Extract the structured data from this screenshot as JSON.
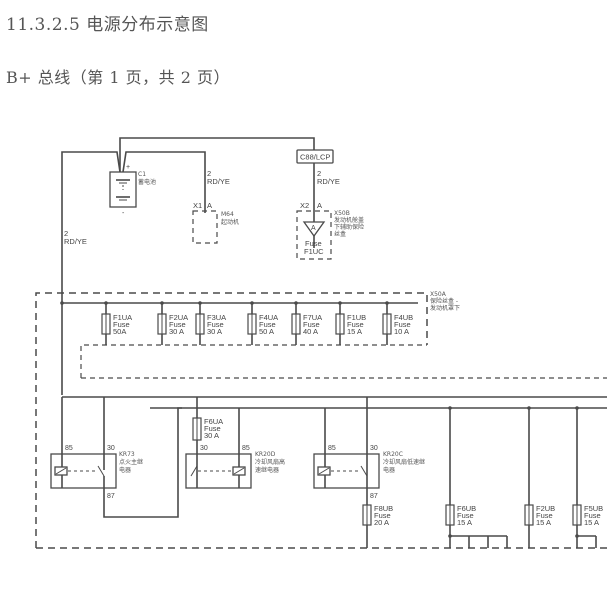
{
  "header": {
    "title": "11.3.2.5 电源分布示意图",
    "subtitle": "B+ 总线（第 1 页，共 2 页）"
  },
  "diagram": {
    "battery": {
      "id": "C1",
      "name": "蓄电池",
      "plus": "+",
      "minus": "-"
    },
    "wire_left": {
      "gauge": "2",
      "color": "RD/YE"
    },
    "starter": {
      "id": "M64",
      "name": "起动机",
      "connector": "X1",
      "pin": "A",
      "gauge": "2",
      "color": "RD/YE"
    },
    "lcp": {
      "label": "C88/LCP",
      "gauge": "2",
      "color": "RD/YE"
    },
    "aux_fuse_box": {
      "id": "X50B",
      "name_line1": "发动机舱盖",
      "name_line2": "下辅助保险",
      "name_line3": "丝盒",
      "connector": "X2",
      "pin": "A",
      "symbol": "A",
      "fuse_label": "Fuse",
      "fuse_id": "F1UC"
    },
    "main_fuse_box": {
      "id": "X50A",
      "name_line1": "保险丝盒 -",
      "name_line2": "发动机罩下"
    },
    "top_fuses": [
      {
        "id": "F1UA",
        "type": "Fuse",
        "rating": "50A"
      },
      {
        "id": "F2UA",
        "type": "Fuse",
        "rating": "30 A"
      },
      {
        "id": "F3UA",
        "type": "Fuse",
        "rating": "30 A"
      },
      {
        "id": "F4UA",
        "type": "Fuse",
        "rating": "50 A"
      },
      {
        "id": "F7UA",
        "type": "Fuse",
        "rating": "40 A"
      },
      {
        "id": "F1UB",
        "type": "Fuse",
        "rating": "15 A"
      },
      {
        "id": "F4UB",
        "type": "Fuse",
        "rating": "10 A"
      }
    ],
    "relays": [
      {
        "id": "KR73",
        "name_line1": "点火主继",
        "name_line2": "电器",
        "pin_coil": "85",
        "pin_com": "30",
        "pin_out": "87"
      },
      {
        "id": "KR20D",
        "name_line1": "冷却风扇高",
        "name_line2": "速继电器",
        "pin_coil": "85",
        "pin_com": "30"
      },
      {
        "id": "KR20C",
        "name_line1": "冷却风扇低速继",
        "name_line2": "电器",
        "pin_coil": "85",
        "pin_com": "30",
        "pin_out": "87"
      }
    ],
    "mid_fuse": {
      "id": "F6UA",
      "type": "Fuse",
      "rating": "30 A"
    },
    "bottom_fuses": [
      {
        "id": "F8UB",
        "type": "Fuse",
        "rating": "20 A"
      },
      {
        "id": "F6UB",
        "type": "Fuse",
        "rating": "15 A"
      },
      {
        "id": "F2UB",
        "type": "Fuse",
        "rating": "15 A"
      },
      {
        "id": "F5UB",
        "type": "Fuse",
        "rating": "15 A"
      }
    ]
  }
}
